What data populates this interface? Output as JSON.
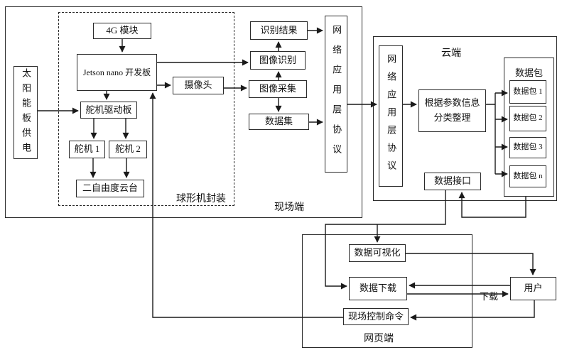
{
  "sections": {
    "field": {
      "label": "现场端"
    },
    "sphere_enclosure": {
      "label": "球形机封装"
    },
    "cloud": {
      "label": "云端"
    },
    "web": {
      "label": "网页端"
    },
    "packet_group": {
      "label": "数据包"
    }
  },
  "nodes": {
    "solar_power": "太阳能板供电",
    "module_4g": "4G 模块",
    "jetson": "Jetson nano 开发板",
    "servo_driver": "舵机驱动板",
    "servo_1": "舵机 1",
    "servo_2": "舵机 2",
    "gimbal": "二自由度云台",
    "camera": "摄像头",
    "recognition_result": "识别结果",
    "image_recognition": "图像识别",
    "image_capture": "图像采集",
    "dataset": "数据集",
    "field_protocol": "网络应用层协议",
    "cloud_protocol": "网络应用层协议",
    "classify_line1": "根据参数信息",
    "classify_line2": "分类整理",
    "data_interface": "数据接口",
    "packet_1": "数据包 1",
    "packet_2": "数据包 2",
    "packet_3": "数据包 3",
    "packet_n": "数据包 n",
    "data_visualization": "数据可视化",
    "data_download": "数据下载",
    "field_command": "现场控制命令",
    "user": "用户"
  },
  "edge_labels": {
    "download": "下载"
  },
  "edges": [
    {
      "from": "solar_power",
      "to": "servo_driver"
    },
    {
      "from": "module_4g",
      "to": "jetson"
    },
    {
      "from": "jetson",
      "to": "servo_driver"
    },
    {
      "from": "servo_driver",
      "to": "servo_1"
    },
    {
      "from": "servo_driver",
      "to": "servo_2"
    },
    {
      "from": "servo_1",
      "to": "gimbal"
    },
    {
      "from": "servo_2",
      "to": "gimbal"
    },
    {
      "from": "jetson",
      "to": "camera"
    },
    {
      "from": "jetson",
      "to": "image_recognition"
    },
    {
      "from": "camera",
      "to": "image_capture"
    },
    {
      "from": "image_capture",
      "to": "image_recognition"
    },
    {
      "from": "image_recognition",
      "to": "recognition_result"
    },
    {
      "from": "image_capture",
      "to": "dataset"
    },
    {
      "from": "recognition_result",
      "to": "field_protocol"
    },
    {
      "from": "dataset",
      "to": "field_protocol"
    },
    {
      "from": "field_protocol",
      "to": "cloud_protocol"
    },
    {
      "from": "cloud_protocol",
      "to": "classify"
    },
    {
      "from": "classify",
      "to": "packet_1"
    },
    {
      "from": "classify",
      "to": "packet_2"
    },
    {
      "from": "classify",
      "to": "packet_3"
    },
    {
      "from": "classify",
      "to": "packet_n"
    },
    {
      "from": "packet_group",
      "to": "data_interface"
    },
    {
      "from": "data_interface",
      "to": "data_visualization"
    },
    {
      "from": "data_interface",
      "to": "data_download"
    },
    {
      "from": "data_visualization",
      "to": "user"
    },
    {
      "from": "user",
      "to": "data_download"
    },
    {
      "from": "data_download",
      "to": "user",
      "label": "下载"
    },
    {
      "from": "user",
      "to": "field_command"
    },
    {
      "from": "field_command",
      "to": "jetson"
    }
  ],
  "colors": {
    "line": "#1a1a1a",
    "border": "#2a2a2a",
    "background": "#ffffff",
    "text": "#111111"
  }
}
